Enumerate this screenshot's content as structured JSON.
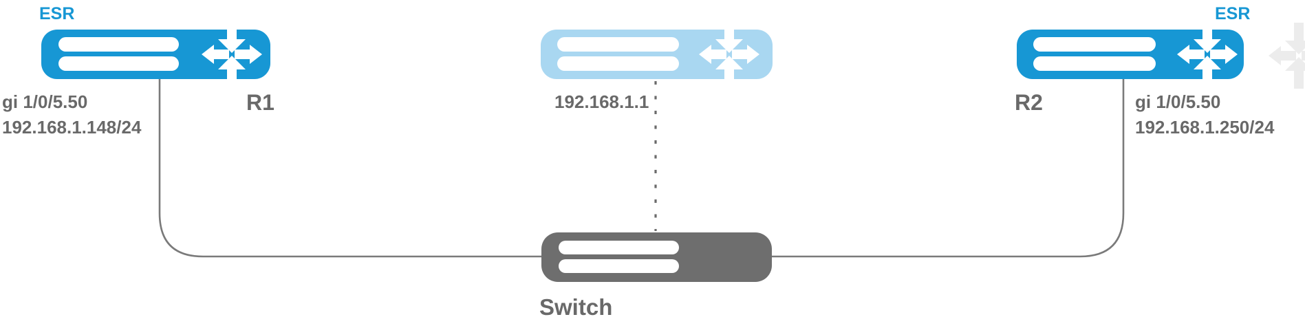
{
  "colors": {
    "router_blue": "#1797d4",
    "virtual_router_blue": "#a9d7f1",
    "switch_gray": "#6e6e6e",
    "label_gray": "#696969",
    "link_gray": "#7a7a7a",
    "dashed_gray": "#6b6b6b",
    "icon_white": "#ffffff",
    "ghost_gray": "#ececec"
  },
  "nodes": {
    "r1": {
      "device_type": "ESR",
      "name": "R1",
      "interface": "gi 1/0/5.50",
      "ip": "192.168.1.148/24"
    },
    "r2": {
      "device_type": "ESR",
      "name": "R2",
      "interface": "gi 1/0/5.50",
      "ip": "192.168.1.250/24"
    },
    "virtual_router": {
      "ip": "192.168.1.1"
    },
    "switch": {
      "name": "Switch"
    }
  }
}
